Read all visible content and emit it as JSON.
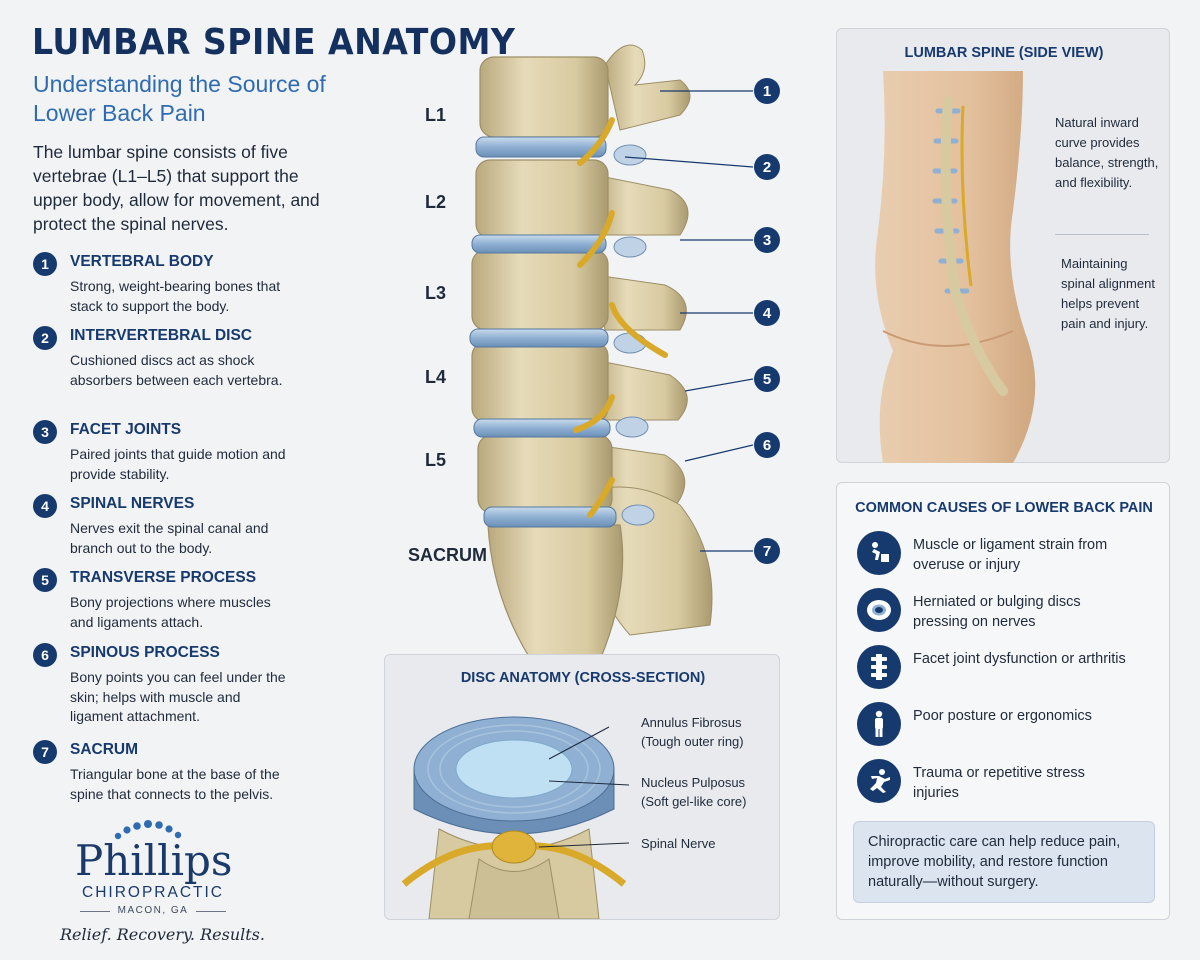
{
  "header": {
    "title": "LUMBAR SPINE ANATOMY",
    "subtitle": "Understanding the Source of Lower Back Pain",
    "intro": "The lumbar spine consists of five vertebrae (L1–L5) that support the upper body, allow for movement, and protect the spinal nerves."
  },
  "parts": [
    {
      "num": "1",
      "name": "VERTEBRAL BODY",
      "desc": "Strong, weight-bearing bones that stack to support the body."
    },
    {
      "num": "2",
      "name": "INTERVERTEBRAL DISC",
      "desc": "Cushioned discs act as shock absorbers between each vertebra."
    },
    {
      "num": "3",
      "name": "FACET JOINTS",
      "desc": "Paired joints that guide motion and provide stability."
    },
    {
      "num": "4",
      "name": "SPINAL NERVES",
      "desc": "Nerves exit the spinal canal and branch out to the body."
    },
    {
      "num": "5",
      "name": "TRANSVERSE PROCESS",
      "desc": "Bony projections where muscles and ligaments attach."
    },
    {
      "num": "6",
      "name": "SPINOUS PROCESS",
      "desc": "Bony points you can feel under the skin; helps with muscle and ligament attachment."
    },
    {
      "num": "7",
      "name": "SACRUM",
      "desc": "Triangular bone at the base of the spine that connects to the pelvis."
    }
  ],
  "vertebra_labels": [
    "L1",
    "L2",
    "L3",
    "L4",
    "L5",
    "SACRUM"
  ],
  "callouts": [
    "1",
    "2",
    "3",
    "4",
    "5",
    "6",
    "7"
  ],
  "disc": {
    "title": "DISC ANATOMY (CROSS-SECTION)",
    "annulus": "Annulus Fibrosus",
    "annulus_note": "(Tough outer ring)",
    "nucleus": "Nucleus Pulposus",
    "nucleus_note": "(Soft gel-like core)",
    "nerve": "Spinal Nerve"
  },
  "side_view": {
    "title": "LUMBAR SPINE (SIDE VIEW)",
    "note1": "Natural inward curve provides balance, strength, and flexibility.",
    "note2": "Maintaining spinal alignment helps prevent pain and injury."
  },
  "causes": {
    "title": "COMMON CAUSES OF LOWER BACK PAIN",
    "items": [
      {
        "icon": "lifting-icon",
        "text": "Muscle or ligament strain from overuse or injury"
      },
      {
        "icon": "disc-icon",
        "text": "Herniated or bulging discs pressing on nerves"
      },
      {
        "icon": "spine-icon",
        "text": "Facet joint dysfunction or arthritis"
      },
      {
        "icon": "posture-icon",
        "text": "Poor posture or ergonomics"
      },
      {
        "icon": "fall-icon",
        "text": "Trauma or repetitive stress injuries"
      }
    ],
    "cta": "Chiropractic care can help reduce pain, improve mobility, and restore function naturally—without surgery."
  },
  "brand": {
    "name": "Phillips",
    "sub": "CHIROPRACTIC",
    "location": "MACON, GA",
    "tagline": "Relief. Recovery. Results."
  },
  "colors": {
    "navy": "#173a6e",
    "accent_blue": "#2f6bb0",
    "bone": "#dccfa8",
    "disc": "#9bb8d6",
    "nerve": "#d9a92a"
  }
}
